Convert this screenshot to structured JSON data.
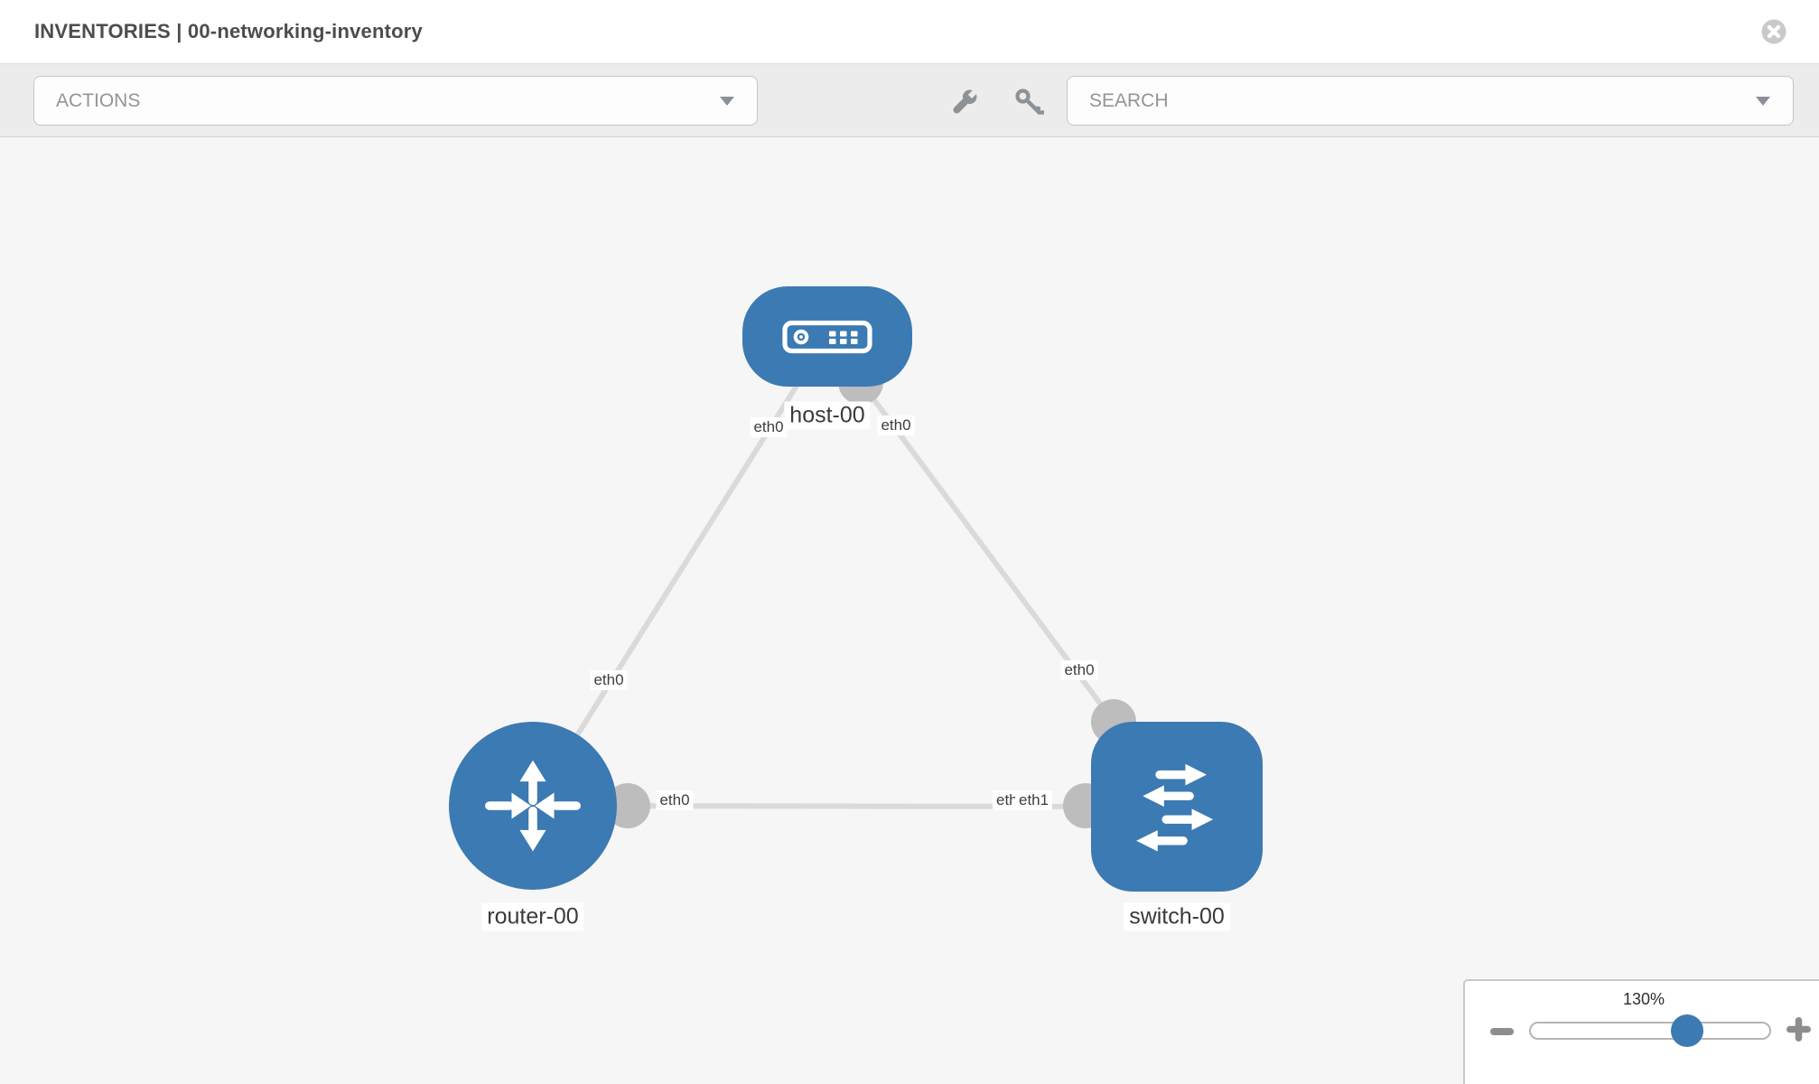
{
  "header": {
    "title": "INVENTORIES | 00-networking-inventory"
  },
  "toolbar": {
    "actions": {
      "label": "ACTIONS"
    },
    "search": {
      "placeholder": "SEARCH"
    },
    "icons": {
      "left": "wrench-icon",
      "right": "key-icon"
    }
  },
  "topology": {
    "nodes": [
      {
        "label": "host-00",
        "type": "host",
        "icon": "host-icon"
      },
      {
        "label": "router-00",
        "type": "router",
        "icon": "router-icon"
      },
      {
        "label": "switch-00",
        "type": "switch",
        "icon": "switch-icon"
      }
    ],
    "port_labels": [
      {
        "text": "eth0"
      },
      {
        "text": "eth0"
      },
      {
        "text": "eth0"
      },
      {
        "text": "eth0"
      },
      {
        "text": "eth0"
      },
      {
        "text": "eth1"
      },
      {
        "text": "eth1"
      }
    ]
  },
  "zoom_panel": {
    "level": "130%",
    "zoom_out_icon": "minus-icon",
    "zoom_in_icon": "plus-icon"
  },
  "colors": {
    "accent": "#3b7ab2",
    "link": "#dadada",
    "connector": "#bdbdbd"
  }
}
